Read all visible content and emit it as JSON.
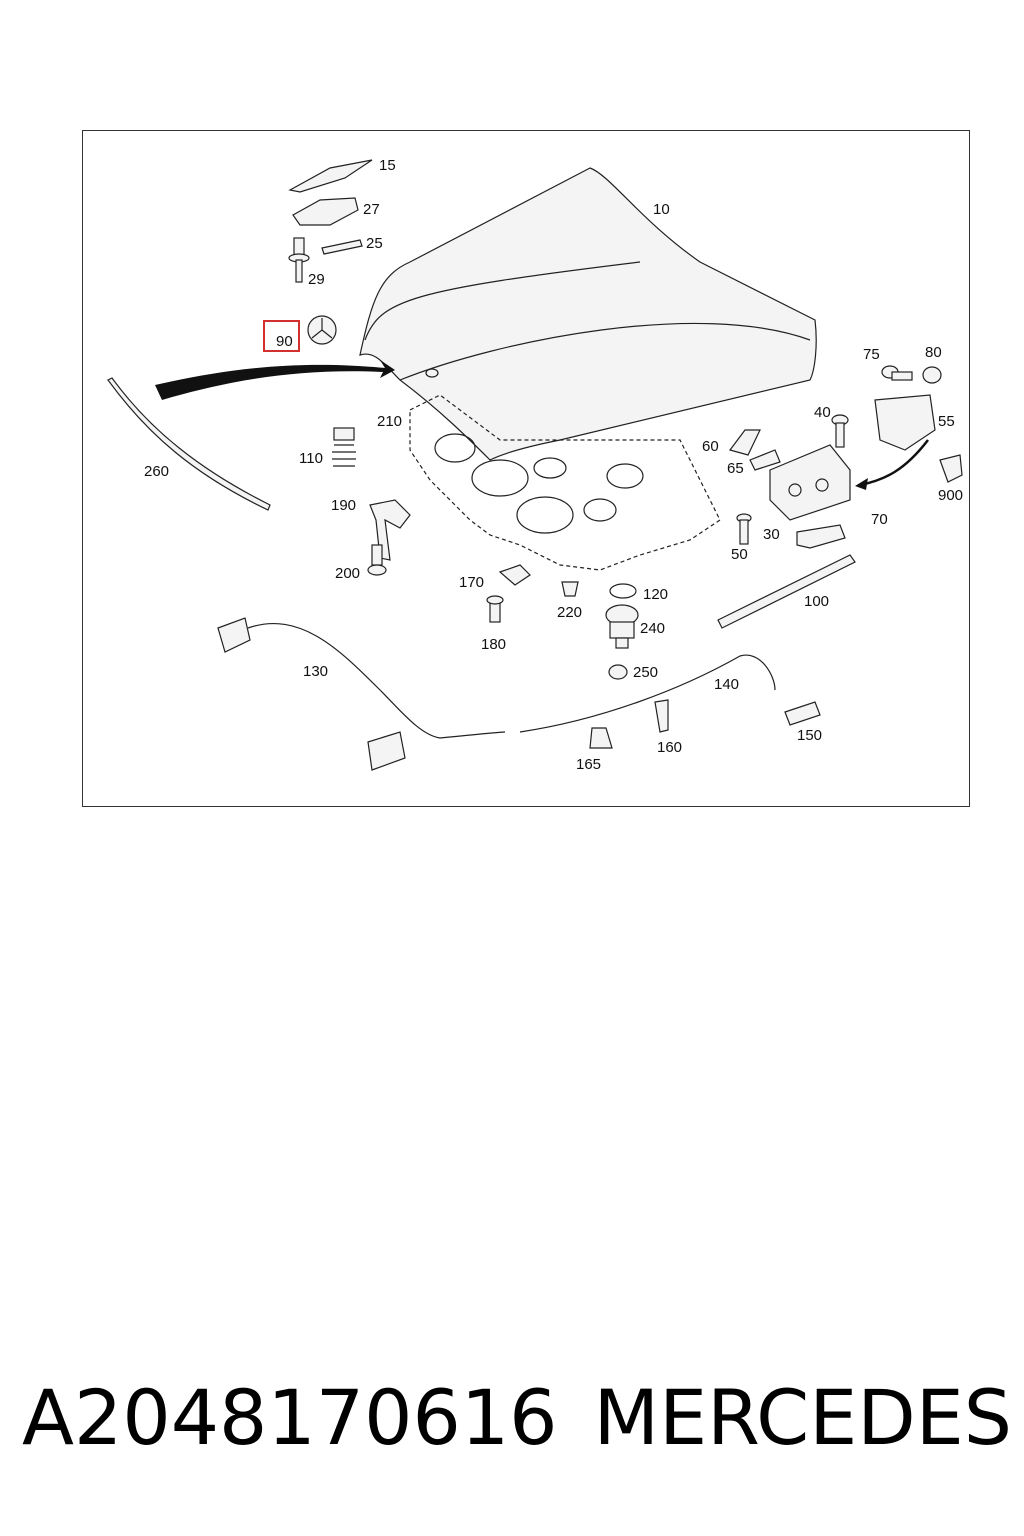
{
  "diagram": {
    "callouts": {
      "c10": "10",
      "c15": "15",
      "c25": "25",
      "c27": "27",
      "c29": "29",
      "c30": "30",
      "c40": "40",
      "c50": "50",
      "c55": "55",
      "c60": "60",
      "c65": "65",
      "c70": "70",
      "c75": "75",
      "c80": "80",
      "c90": "90",
      "c100": "100",
      "c110": "110",
      "c120": "120",
      "c130": "130",
      "c140": "140",
      "c150": "150",
      "c160": "160",
      "c165": "165",
      "c170": "170",
      "c180": "180",
      "c190": "190",
      "c200": "200",
      "c210": "210",
      "c220": "220",
      "c240": "240",
      "c250": "250",
      "c260": "260",
      "c900": "900"
    },
    "highlighted_callout": "90",
    "highlight_color": "#d32f2f"
  },
  "caption": {
    "part_number": "A2048170616",
    "brand": "MERCEDES"
  }
}
